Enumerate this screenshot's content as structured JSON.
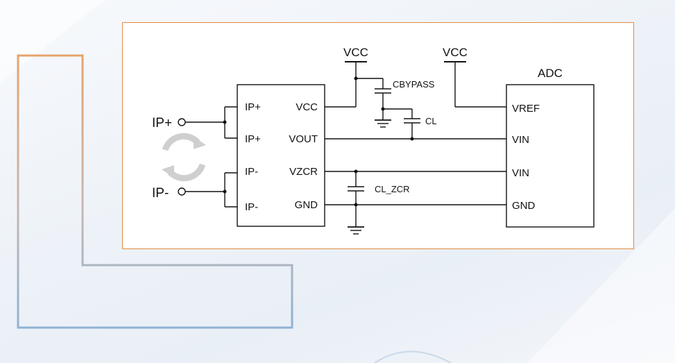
{
  "diagram": {
    "supply_left": "VCC",
    "supply_right": "VCC",
    "terminal_plus": "IP+",
    "terminal_minus": "IP-",
    "chip_pins_left": [
      "IP+",
      "IP+",
      "IP-",
      "IP-"
    ],
    "chip_pins_right": [
      "VCC",
      "VOUT",
      "VZCR",
      "GND"
    ],
    "cap_bypass": "CBYPASS",
    "cap_load": "CL",
    "cap_zcr": "CL_ZCR",
    "adc_title": "ADC",
    "adc_pins": [
      "VREF",
      "VIN",
      "VIN",
      "GND"
    ]
  },
  "colors": {
    "card_border": "#e08a3c",
    "frame_orange": "#e7a36a",
    "frame_blue": "#8fb2d3",
    "wire": "#111111",
    "cycle_arrows": "#cfcfcf"
  }
}
